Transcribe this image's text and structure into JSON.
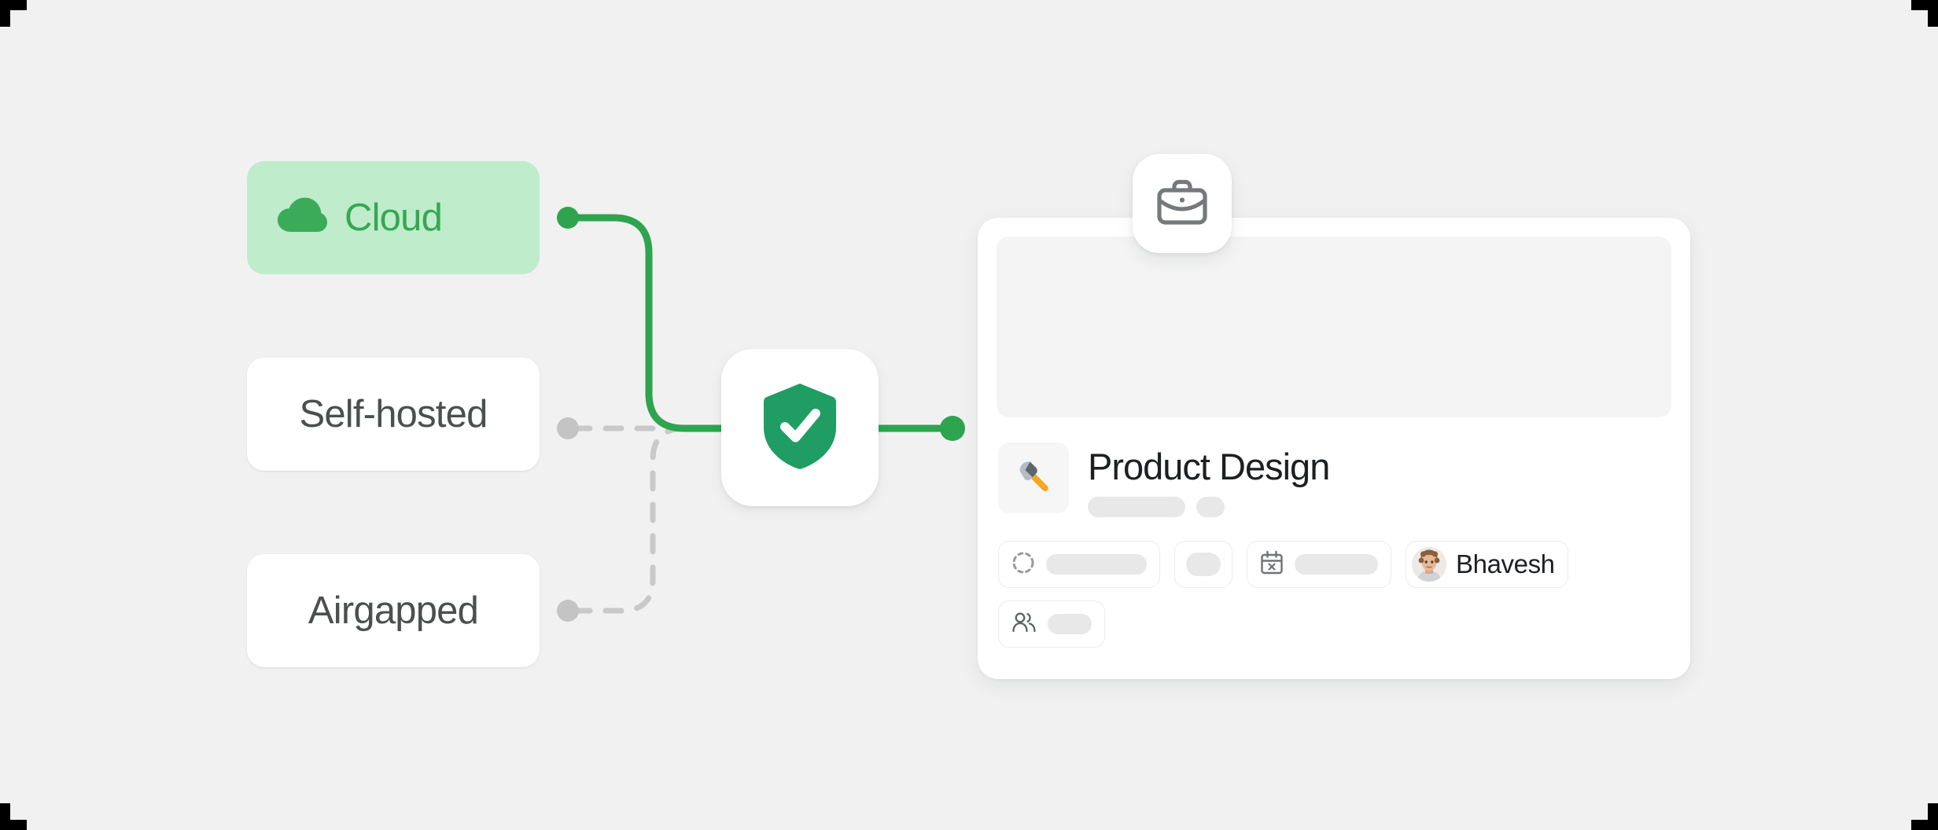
{
  "page": {
    "background_color": "#f1f1f1",
    "accent_green": "#2ea44f",
    "muted_gray": "#bdbdbd"
  },
  "deployment_options": [
    {
      "id": "cloud",
      "label": "Cloud",
      "icon": "cloud-icon",
      "selected": true,
      "background_color": "#bfecca",
      "text_color": "#34a853",
      "connector": "solid-green"
    },
    {
      "id": "self-hosted",
      "label": "Self-hosted",
      "icon": null,
      "selected": false,
      "background_color": "#ffffff",
      "text_color": "#4b4f4d",
      "connector": "dashed-gray"
    },
    {
      "id": "airgapped",
      "label": "Airgapped",
      "icon": null,
      "selected": false,
      "background_color": "#ffffff",
      "text_color": "#4b4f4d",
      "connector": "dashed-gray"
    }
  ],
  "security_node": {
    "icon": "shield-check-icon",
    "icon_color": "#1f9d63"
  },
  "project_badge": {
    "icon": "briefcase-icon",
    "icon_color": "#76797b"
  },
  "project_card": {
    "hero_placeholder": "hero-skeleton",
    "emoji": "axe-emoji",
    "title": "Product Design",
    "subtitle_skeletons": [
      "long",
      "dot"
    ],
    "chips": [
      {
        "id": "status",
        "icon": "dashed-circle-icon",
        "skeleton": "wide",
        "label": null
      },
      {
        "id": "priority",
        "icon": null,
        "skeleton": "oval",
        "label": null
      },
      {
        "id": "due-date",
        "icon": "calendar-x-icon",
        "skeleton": "medium",
        "label": null
      },
      {
        "id": "assignee",
        "icon": "avatar",
        "skeleton": null,
        "label": "Bhavesh"
      },
      {
        "id": "team",
        "icon": "people-icon",
        "skeleton": "small",
        "label": null
      }
    ]
  }
}
